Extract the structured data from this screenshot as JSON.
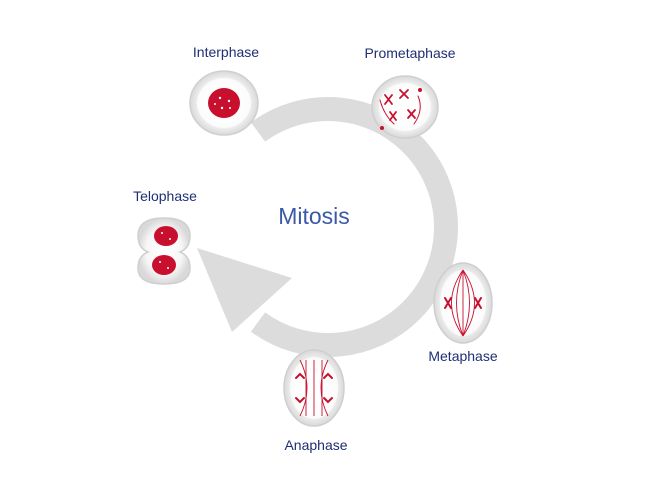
{
  "title": "Mitosis",
  "phases": [
    {
      "id": "interphase",
      "label": "Interphase"
    },
    {
      "id": "prometaphase",
      "label": "Prometaphase"
    },
    {
      "id": "metaphase",
      "label": "Metaphase"
    },
    {
      "id": "anaphase",
      "label": "Anaphase"
    },
    {
      "id": "telophase",
      "label": "Telophase"
    }
  ],
  "colors": {
    "label": "#1f2f73",
    "title": "#3a5aa8",
    "arrow": "#d8d8d8",
    "chromatin": "#c8102e",
    "cell_fill": "#ececec",
    "cell_inner": "#ffffff"
  }
}
